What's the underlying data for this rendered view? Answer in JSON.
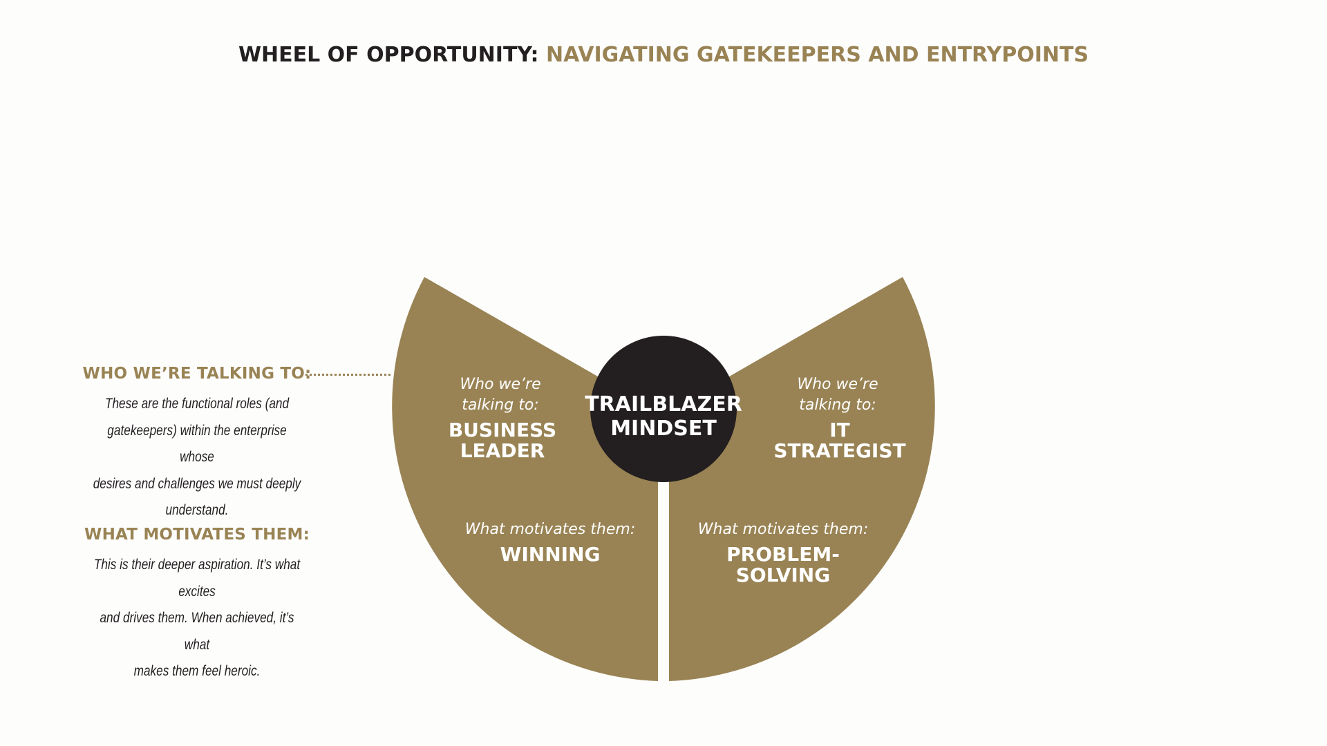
{
  "title": {
    "part1": "WHEEL OF OPPORTUNITY:",
    "part2": "NAVIGATING GATEKEEPERS AND ENTRYPOINTS"
  },
  "colors": {
    "gold": "#998354",
    "dark": "#231f20",
    "white": "#ffffff"
  },
  "sidebar": {
    "who": {
      "heading": "WHO WE’RE TALKING TO:",
      "lines": [
        "These are the functional roles (and",
        "gatekeepers) within the enterprise whose",
        "desires and challenges we must deeply",
        "understand."
      ]
    },
    "what": {
      "heading": "WHAT MOTIVATES THEM:",
      "lines": [
        "This is their deeper aspiration. It’s what excites",
        "and drives them. When achieved, it’s what",
        "makes them feel heroic."
      ]
    }
  },
  "hub": {
    "line1": "TRAILBLAZER",
    "line2": "MINDSET"
  },
  "segments": [
    {
      "who_label_1": "Who we’re",
      "who_label_2": "talking to:",
      "role_1": "BUSINESS",
      "role_2": "LEADER",
      "motive_label": "What motivates them:",
      "motive_1": "WINNING",
      "motive_2": ""
    },
    {
      "who_label_1": "Who we’re",
      "who_label_2": "talking to:",
      "role_1": "IT",
      "role_2": "STRATEGIST",
      "motive_label": "What motivates them:",
      "motive_1": "PROBLEM-",
      "motive_2": "SOLVING"
    }
  ]
}
